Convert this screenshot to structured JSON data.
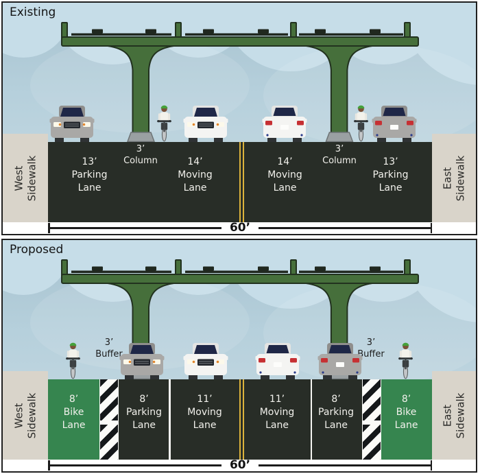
{
  "colors": {
    "sky_top": "#a7c2cf",
    "sky_mid": "#b6d0dc",
    "sky_bottom": "#c9dbe2",
    "cloud": "#c6dde8",
    "road": "#282d27",
    "sidewalk": "#d9d4ca",
    "structure_green": "#466f3b",
    "structure_outline": "#22321f",
    "bike_lane_green": "#36854f",
    "buffer_black": "#15181a",
    "buffer_white": "#fbfbf8",
    "center_line_yellow": "#ddb33c",
    "lane_label_text": "#f2f1ec",
    "dark_text": "#1c1c1c"
  },
  "panels": [
    {
      "title": "Existing",
      "sidewalk_west": "West\nSidewalk",
      "sidewalk_east": "East\nSidewalk",
      "labels": {
        "parking_west": "13’\nParking\nLane",
        "column_west": "3’\nColumn",
        "moving_west": "14’\nMoving\nLane",
        "moving_east": "14’\nMoving\nLane",
        "column_east": "3’\nColumn",
        "parking_east": "13’\nParking\nLane"
      },
      "total_width": "60’"
    },
    {
      "title": "Proposed",
      "sidewalk_west": "West\nSidewalk",
      "sidewalk_east": "East\nSidewalk",
      "labels": {
        "bike_west": "8’\nBike\nLane",
        "buffer_west": "3’\nBuffer",
        "parking_west": "8’\nParking\nLane",
        "moving_west": "11’\nMoving\nLane",
        "moving_east": "11’\nMoving\nLane",
        "parking_east": "8’\nParking\nLane",
        "buffer_east": "3’\nBuffer",
        "bike_east": "8’\nBike\nLane"
      },
      "total_width": "60’"
    }
  ]
}
